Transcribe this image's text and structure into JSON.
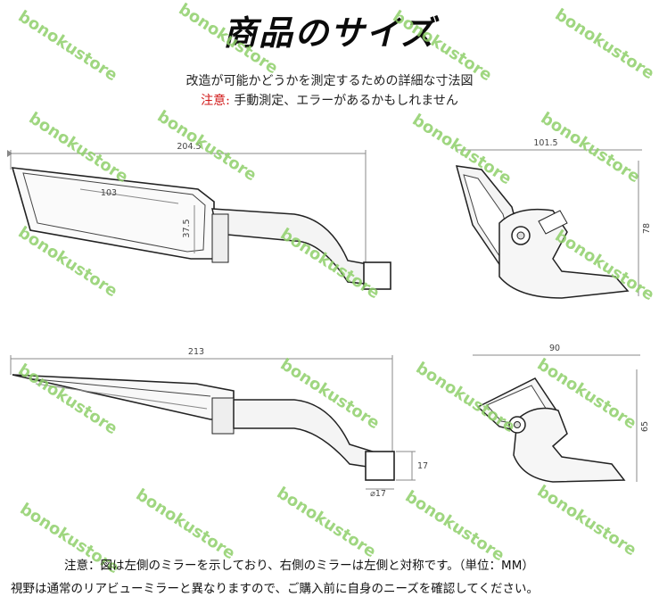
{
  "title": "商品のサイズ",
  "subtitle": "改造が可能かどうかを測定するための詳細な寸法図",
  "note": {
    "label": "注意:",
    "text": " 手動測定、エラーがあるかもしれません"
  },
  "watermark": "bonokustore",
  "dimensions": {
    "top_left_width": "204.5",
    "top_left_inner": "103",
    "top_left_height": "37.5",
    "top_right_width": "101.5",
    "top_right_height": "78",
    "bottom_left_width": "213",
    "bottom_left_side": "17",
    "bottom_left_diameter": "⌀17",
    "bottom_right_width": "90",
    "bottom_right_height": "65"
  },
  "footer": {
    "line1": "注意：図は左側のミラーを示しており、右側のミラーは左側と対称です。（単位：MM）",
    "line2": "視野は通常のリアビューミラーと異なりますので、ご購入前に自身のニーズを確認してください。"
  }
}
